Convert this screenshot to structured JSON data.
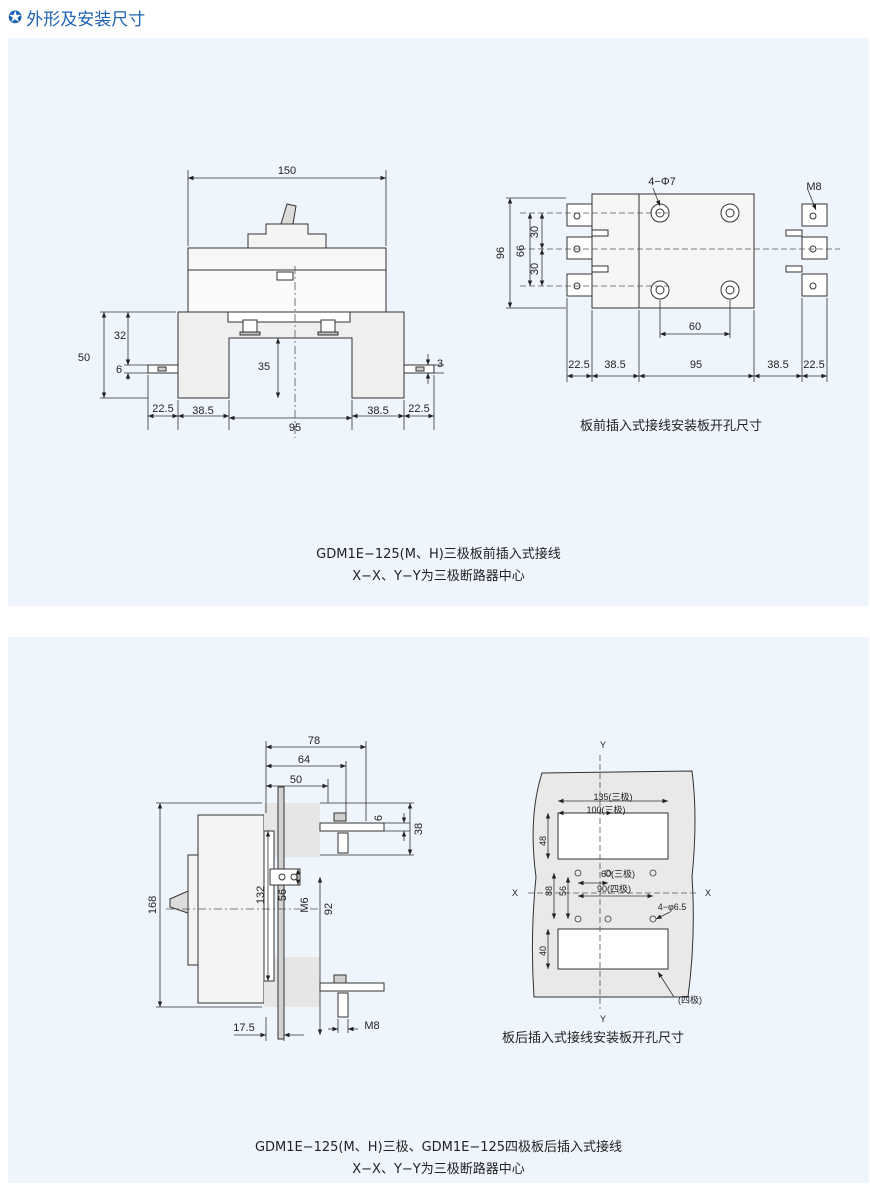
{
  "header": {
    "title": "外形及安装尺寸",
    "icon": "star-circle-icon",
    "color": "#1e63b5"
  },
  "panel1": {
    "front_dims": {
      "w150": "150",
      "h50": "50",
      "h32": "32",
      "h6": "6",
      "h35": "35",
      "h3": "3",
      "b22a": "22.5",
      "b385a": "38.5",
      "b95": "95",
      "b385b": "38.5",
      "b22b": "22.5"
    },
    "plate_dims": {
      "holes": "4−Φ7",
      "m8": "M8",
      "h96": "96",
      "h66": "66",
      "h30a": "30",
      "h30b": "30",
      "w60": "60",
      "w22a": "22.5",
      "w385a": "38.5",
      "w95": "95",
      "w385b": "38.5",
      "w22b": "22.5"
    },
    "plate_caption": "板前插入式接线安装板开孔尺寸",
    "caption_line1": "GDM1E−125(M、H)三极板前插入式接线",
    "caption_line2": "X−X、Y−Y为三极断路器中心"
  },
  "panel2": {
    "side_dims": {
      "w78": "78",
      "w64": "64",
      "w50": "50",
      "h6": "6",
      "h38": "38",
      "h168": "168",
      "h132": "132",
      "h56": "56",
      "m6": "M6",
      "h92": "92",
      "w175": "17.5",
      "m8": "M8"
    },
    "plate_dims": {
      "y_top": "Y",
      "y_bottom": "Y",
      "x_left": "X",
      "x_right": "X",
      "w135": "135(三极)",
      "w100": "100(三极)",
      "h48": "48",
      "h88": "88",
      "h56": "56",
      "w60": "60(三极)",
      "w90": "90(四极)",
      "holes": "4−φ6.5",
      "h40": "40",
      "four_pole": "(四极)"
    },
    "plate_caption": "板后插入式接线安装板开孔尺寸",
    "caption_line1": "GDM1E−125(M、H)三极、GDM1E−125四极板后插入式接线",
    "caption_line2": "X−X、Y−Y为三极断路器中心"
  }
}
